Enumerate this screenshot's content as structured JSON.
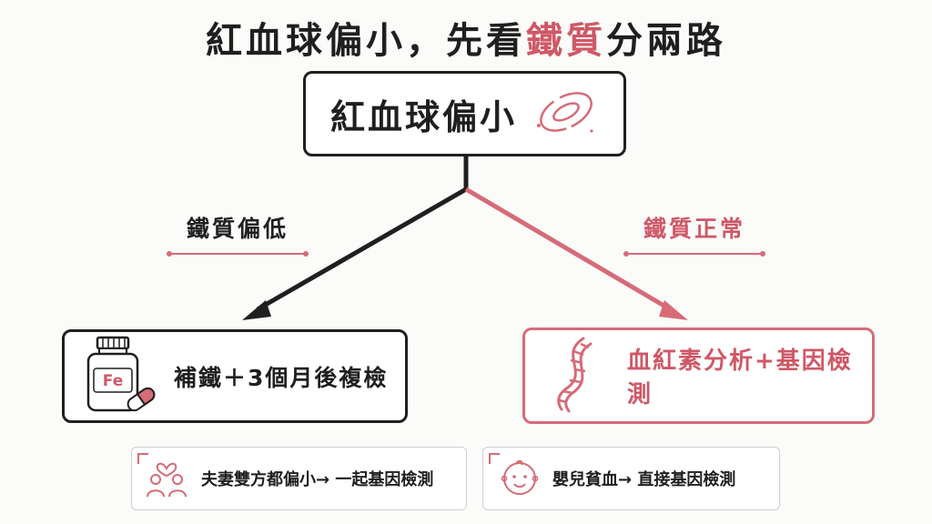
{
  "title": {
    "prefix": "紅血球偏小，先看",
    "highlight": "鐵質",
    "suffix": "分兩路"
  },
  "root": {
    "label": "紅血球偏小",
    "icon": "red-blood-cell-icon"
  },
  "branches": {
    "left": {
      "condition": "鐵質偏低",
      "action": "補鐵＋3個月後複檢",
      "icon": "iron-supplement-bottle-icon",
      "icon_text": "Fe"
    },
    "right": {
      "condition": "鐵質正常",
      "action": "血紅素分析+基因檢測",
      "icon": "dna-icon"
    }
  },
  "notes": [
    {
      "text": "夫妻雙方都偏小→ 一起基因檢測",
      "icon": "couple-heart-icon"
    },
    {
      "text": "嬰兒貧血→ 直接基因檢測",
      "icon": "baby-face-icon"
    }
  ],
  "colors": {
    "dark": "#1f1f1f",
    "accent": "#cf5866",
    "accent_line": "#d76b78"
  }
}
